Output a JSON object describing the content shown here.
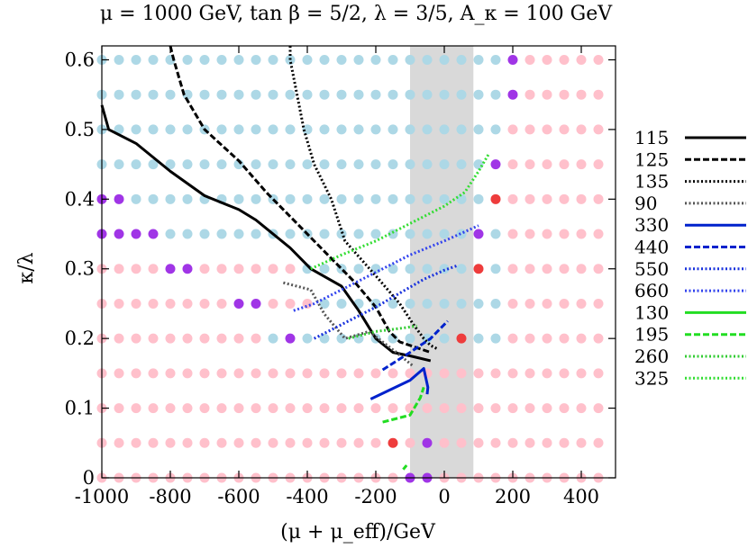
{
  "chart_data": {
    "type": "scatter",
    "title": "μ = 1000 GeV, tan β = 5/2, λ = 3/5, A_κ = 100 GeV",
    "xlabel": "(μ + μ_eff)/GeV",
    "ylabel": "κ/λ",
    "xlim": [
      -1000,
      500
    ],
    "ylim": [
      0,
      0.62
    ],
    "x_ticks": [
      "-1000",
      "-800",
      "-600",
      "-400",
      "-200",
      "0",
      "200",
      "400"
    ],
    "x_tick_values": [
      -1000,
      -800,
      -600,
      -400,
      -200,
      0,
      200,
      400
    ],
    "y_ticks": [
      "0",
      "0.1",
      "0.2",
      "0.3",
      "0.4",
      "0.5",
      "0.6"
    ],
    "y_tick_values": [
      0,
      0.1,
      0.2,
      0.3,
      0.4,
      0.5,
      0.6
    ],
    "grid": false,
    "legend_position": "right",
    "shaded_band": {
      "x_from": -100,
      "x_to": 85,
      "color": "#d9d9d9"
    },
    "point_colors": {
      "allowed": "#add8e6",
      "excluded": "#ffc0cb",
      "special_purple": "#a035e6",
      "special_red": "#ee3c3c"
    },
    "special_points": [
      {
        "x": 200,
        "y": 0.6,
        "c": "special_purple"
      },
      {
        "x": 200,
        "y": 0.55,
        "c": "special_purple"
      },
      {
        "x": 150,
        "y": 0.45,
        "c": "special_purple"
      },
      {
        "x": 150,
        "y": 0.4,
        "c": "special_red"
      },
      {
        "x": -1000,
        "y": 0.4,
        "c": "special_purple"
      },
      {
        "x": -950,
        "y": 0.4,
        "c": "special_purple"
      },
      {
        "x": -1000,
        "y": 0.35,
        "c": "special_purple"
      },
      {
        "x": -950,
        "y": 0.35,
        "c": "special_purple"
      },
      {
        "x": -900,
        "y": 0.35,
        "c": "special_purple"
      },
      {
        "x": -850,
        "y": 0.35,
        "c": "special_purple"
      },
      {
        "x": 100,
        "y": 0.35,
        "c": "special_purple"
      },
      {
        "x": -800,
        "y": 0.3,
        "c": "special_purple"
      },
      {
        "x": -750,
        "y": 0.3,
        "c": "special_purple"
      },
      {
        "x": 100,
        "y": 0.3,
        "c": "special_red"
      },
      {
        "x": -600,
        "y": 0.25,
        "c": "special_purple"
      },
      {
        "x": -550,
        "y": 0.25,
        "c": "special_purple"
      },
      {
        "x": -450,
        "y": 0.2,
        "c": "special_purple"
      },
      {
        "x": 50,
        "y": 0.2,
        "c": "special_red"
      },
      {
        "x": -150,
        "y": 0.05,
        "c": "special_red"
      },
      {
        "x": -50,
        "y": 0.05,
        "c": "special_purple"
      },
      {
        "x": -100,
        "y": 0,
        "c": "special_purple"
      },
      {
        "x": -50,
        "y": 0,
        "c": "special_purple"
      }
    ],
    "series": [
      {
        "name": "115",
        "color": "#000000",
        "style": "solid",
        "width": 3,
        "points": [
          [
            -1000,
            0.535
          ],
          [
            -980,
            0.5
          ],
          [
            -900,
            0.48
          ],
          [
            -800,
            0.44
          ],
          [
            -700,
            0.405
          ],
          [
            -600,
            0.385
          ],
          [
            -550,
            0.37
          ],
          [
            -450,
            0.33
          ],
          [
            -390,
            0.3
          ],
          [
            -300,
            0.275
          ],
          [
            -250,
            0.24
          ],
          [
            -200,
            0.2
          ],
          [
            -150,
            0.18
          ],
          [
            -100,
            0.175
          ],
          [
            -40,
            0.168
          ]
        ]
      },
      {
        "name": "125",
        "color": "#000000",
        "style": "dash",
        "width": 3,
        "points": [
          [
            -800,
            0.62
          ],
          [
            -790,
            0.6
          ],
          [
            -760,
            0.55
          ],
          [
            -700,
            0.5
          ],
          [
            -600,
            0.455
          ],
          [
            -520,
            0.41
          ],
          [
            -420,
            0.36
          ],
          [
            -340,
            0.32
          ],
          [
            -260,
            0.28
          ],
          [
            -200,
            0.245
          ],
          [
            -160,
            0.21
          ],
          [
            -130,
            0.195
          ],
          [
            -40,
            0.18
          ]
        ]
      },
      {
        "name": "135",
        "color": "#000000",
        "style": "dot",
        "width": 3,
        "points": [
          [
            -450,
            0.62
          ],
          [
            -450,
            0.6
          ],
          [
            -430,
            0.55
          ],
          [
            -410,
            0.5
          ],
          [
            -380,
            0.45
          ],
          [
            -330,
            0.4
          ],
          [
            -290,
            0.34
          ],
          [
            -200,
            0.29
          ],
          [
            -130,
            0.25
          ],
          [
            -90,
            0.22
          ],
          [
            -60,
            0.2
          ],
          [
            -40,
            0.19
          ],
          [
            -20,
            0.185
          ]
        ]
      },
      {
        "name": "90",
        "color": "#555555",
        "style": "dot",
        "width": 3,
        "points": [
          [
            -470,
            0.28
          ],
          [
            -390,
            0.27
          ],
          [
            -350,
            0.235
          ],
          [
            -290,
            0.2
          ],
          [
            -220,
            0.21
          ],
          [
            -140,
            0.18
          ],
          [
            -90,
            0.16
          ]
        ]
      },
      {
        "name": "330",
        "color": "#0022cc",
        "style": "solid",
        "width": 3,
        "points": [
          [
            -215,
            0.113
          ],
          [
            -100,
            0.14
          ],
          [
            -60,
            0.157
          ],
          [
            -48,
            0.13
          ],
          [
            -50,
            0.12
          ]
        ]
      },
      {
        "name": "440",
        "color": "#0022cc",
        "style": "dash",
        "width": 3,
        "points": [
          [
            -180,
            0.155
          ],
          [
            -100,
            0.18
          ],
          [
            -40,
            0.2
          ],
          [
            -10,
            0.215
          ],
          [
            10,
            0.225
          ]
        ]
      },
      {
        "name": "550",
        "color": "#1a33dd",
        "style": "dot",
        "width": 3,
        "points": [
          [
            -380,
            0.2
          ],
          [
            -300,
            0.22
          ],
          [
            -200,
            0.245
          ],
          [
            -120,
            0.268
          ],
          [
            -60,
            0.285
          ],
          [
            0,
            0.298
          ],
          [
            40,
            0.305
          ]
        ]
      },
      {
        "name": "660",
        "color": "#3344ee",
        "style": "dot",
        "width": 3,
        "points": [
          [
            -440,
            0.24
          ],
          [
            -380,
            0.25
          ],
          [
            -300,
            0.27
          ],
          [
            -200,
            0.295
          ],
          [
            -100,
            0.32
          ],
          [
            0,
            0.34
          ],
          [
            100,
            0.362
          ]
        ]
      },
      {
        "name": "130",
        "color": "#22dd22",
        "style": "solid",
        "width": 3,
        "points": [
          [
            -120,
            0.012
          ],
          [
            -110,
            0.018
          ]
        ]
      },
      {
        "name": "195",
        "color": "#22dd22",
        "style": "dash",
        "width": 3,
        "points": [
          [
            -180,
            0.08
          ],
          [
            -100,
            0.09
          ],
          [
            -70,
            0.115
          ],
          [
            -60,
            0.13
          ]
        ]
      },
      {
        "name": "260",
        "color": "#33cc33",
        "style": "dot",
        "width": 3,
        "points": [
          [
            -280,
            0.2
          ],
          [
            -200,
            0.21
          ],
          [
            -120,
            0.215
          ],
          [
            -80,
            0.218
          ]
        ]
      },
      {
        "name": "325",
        "color": "#33dd33",
        "style": "dot",
        "width": 3,
        "points": [
          [
            -390,
            0.3
          ],
          [
            -300,
            0.32
          ],
          [
            -200,
            0.34
          ],
          [
            -100,
            0.365
          ],
          [
            0,
            0.39
          ],
          [
            60,
            0.41
          ],
          [
            100,
            0.44
          ],
          [
            130,
            0.465
          ]
        ]
      }
    ]
  }
}
